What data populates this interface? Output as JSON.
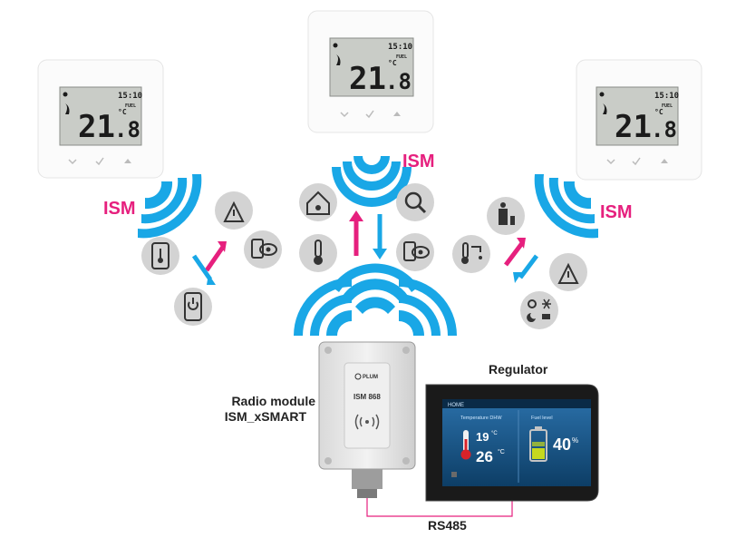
{
  "ism_label": "ISM",
  "thermostats": [
    {
      "time": "15:10",
      "fuel": "FUEL",
      "temp_main": "21",
      "temp_dec": ".8",
      "unit": "°C"
    },
    {
      "time": "15:10",
      "fuel": "FUEL",
      "temp_main": "21",
      "temp_dec": ".8",
      "unit": "°C"
    },
    {
      "time": "15:10",
      "fuel": "FUEL",
      "temp_main": "21",
      "temp_dec": ".8",
      "unit": "°C"
    }
  ],
  "radio_module": {
    "brand": "PLUM",
    "model": "ISM 868",
    "caption_line1": "Radio module",
    "caption_line2": "ISM_xSMART"
  },
  "regulator": {
    "title": "Regulator",
    "screen": {
      "header": "HOME",
      "temp_label": "Temperature DHW",
      "temp_set": "19",
      "temp_actual": "26",
      "deg": "°C",
      "fuel_label": "Fuel level",
      "fuel_value": "40",
      "fuel_unit": "%"
    }
  },
  "bus_label": "RS485",
  "colors": {
    "ism": "#e6207e",
    "signal": "#19a7e6",
    "arrow_pink": "#e6207e",
    "arrow_blue": "#19a7e6"
  }
}
